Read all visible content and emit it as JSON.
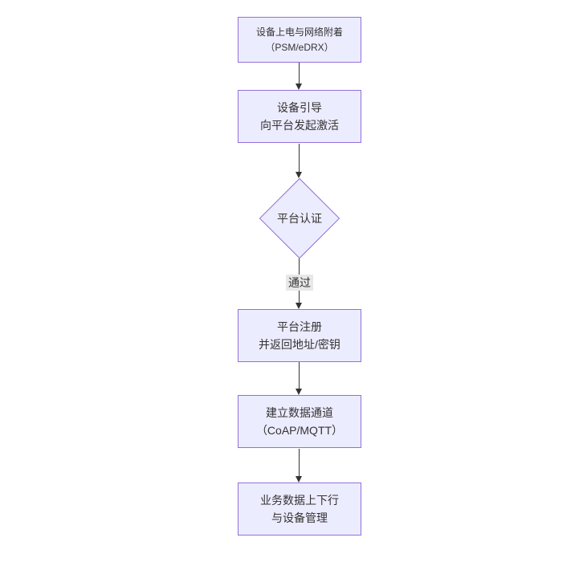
{
  "diagram": {
    "type": "flowchart",
    "direction": "top-down",
    "colors": {
      "background": "#ffffff",
      "node_fill": "#ECECFF",
      "node_border": "#9370DB",
      "text": "#333333",
      "edge": "#333333",
      "edge_label_bg": "#e8e8e8"
    },
    "nodes": [
      {
        "id": "attach",
        "type": "rect",
        "lines": [
          "设备上电与网络附着",
          "（PSM/eDRX）"
        ]
      },
      {
        "id": "bootstrap",
        "type": "rect",
        "lines": [
          "设备引导",
          "向平台发起激活"
        ]
      },
      {
        "id": "auth",
        "type": "diamond",
        "lines": [
          "平台认证"
        ]
      },
      {
        "id": "register",
        "type": "rect",
        "lines": [
          "平台注册",
          "并返回地址/密钥"
        ]
      },
      {
        "id": "channel",
        "type": "rect",
        "lines": [
          "建立数据通道",
          "（CoAP/MQTT）"
        ]
      },
      {
        "id": "business",
        "type": "rect",
        "lines": [
          "业务数据上下行",
          "与设备管理"
        ]
      }
    ],
    "edges": [
      {
        "from": "attach",
        "to": "bootstrap",
        "label": ""
      },
      {
        "from": "bootstrap",
        "to": "auth",
        "label": ""
      },
      {
        "from": "auth",
        "to": "register",
        "label": "通过"
      },
      {
        "from": "register",
        "to": "channel",
        "label": ""
      },
      {
        "from": "channel",
        "to": "business",
        "label": ""
      }
    ]
  }
}
